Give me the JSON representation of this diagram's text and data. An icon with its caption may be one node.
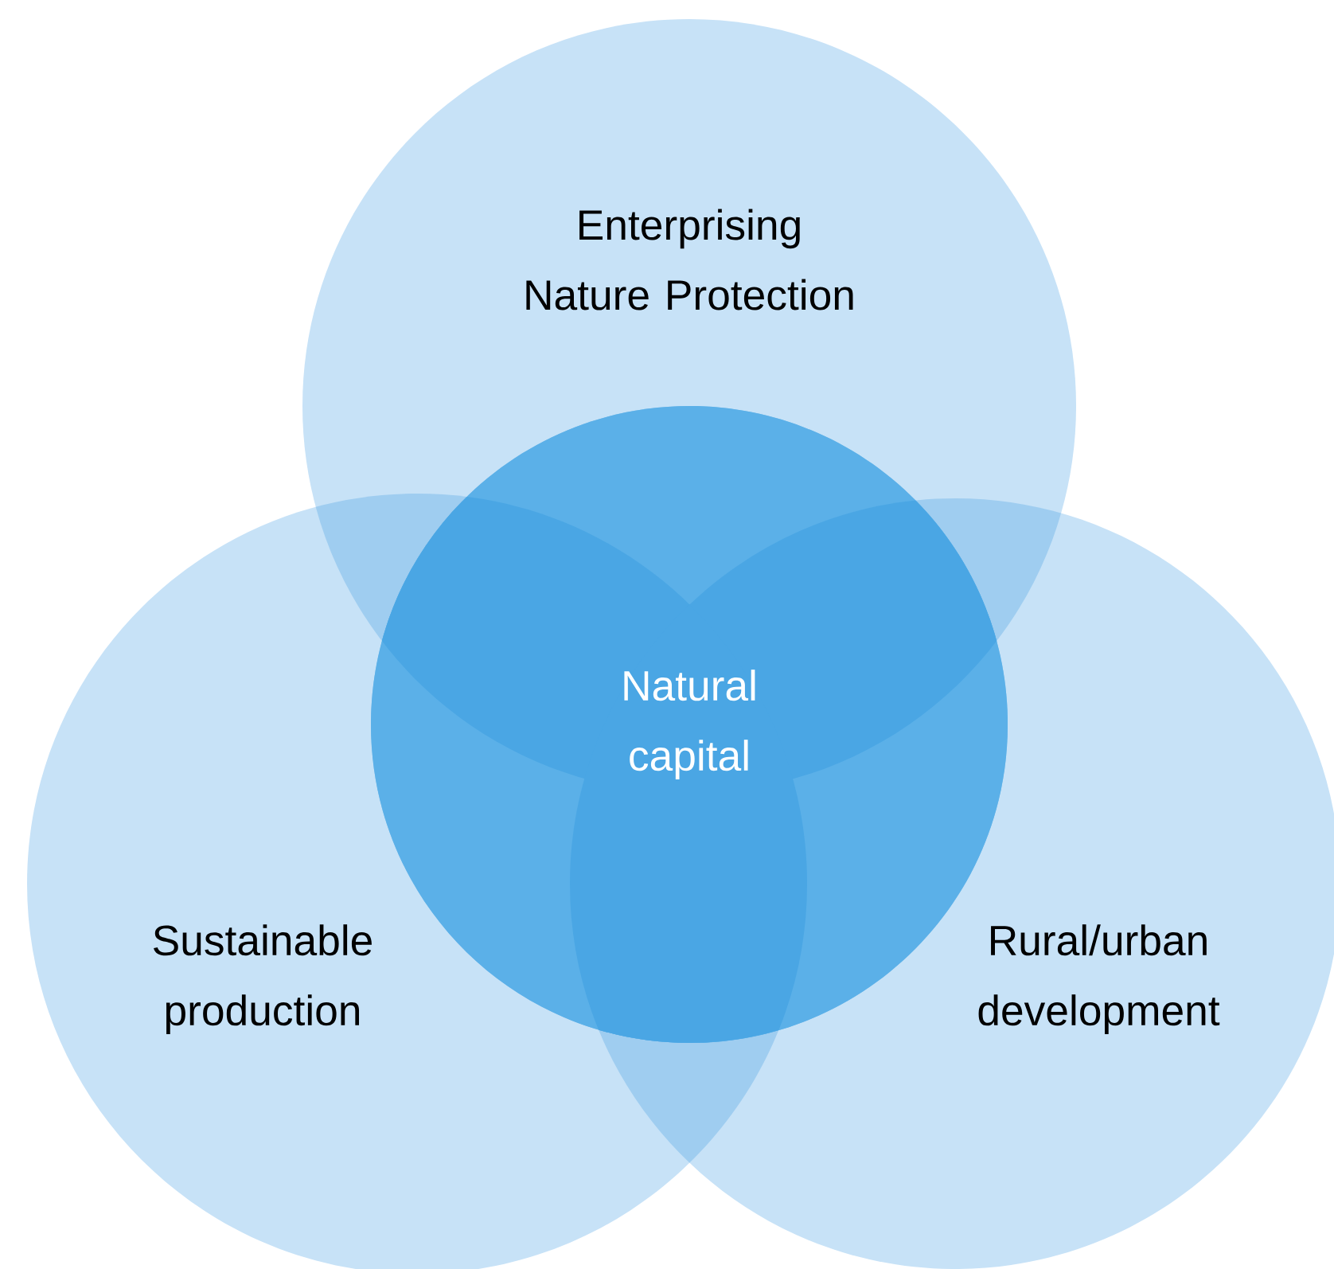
{
  "diagram": {
    "nodes": [
      {
        "text": [
          "Enterprising Nature Protection"
        ]
      },
      {
        "text": [
          "Natural capital"
        ]
      },
      {
        "text": [
          "Sustainable production"
        ]
      },
      {
        "text": [
          "Rural/urban development"
        ]
      }
    ]
  }
}
